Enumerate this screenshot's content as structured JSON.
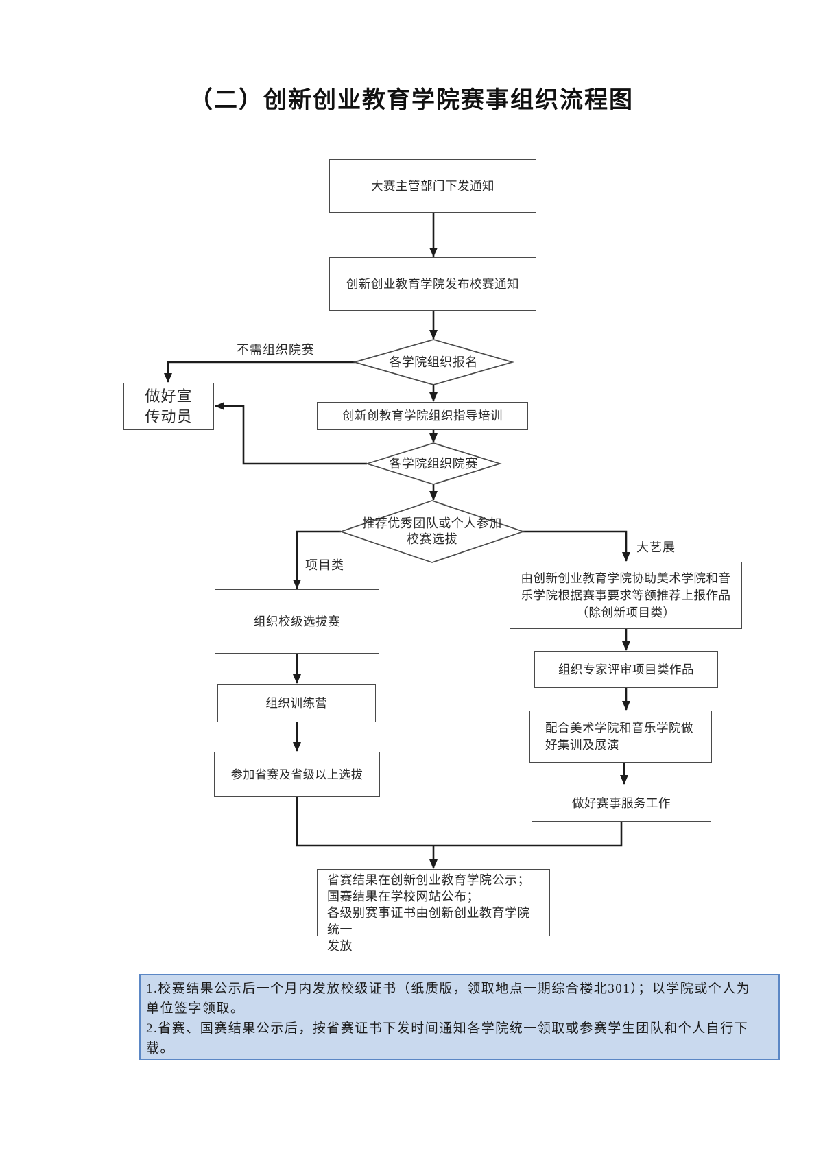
{
  "title": "（二）创新创业教育学院赛事组织流程图",
  "nodes": {
    "notice": "大赛主管部门下发通知",
    "publish": "创新创业教育学院发布校赛通知",
    "register": "各学院组织报名",
    "publicity": "做好宣\n传动员",
    "training": "创新创教育学院组织指导培训",
    "college_contest": "各学院组织院赛",
    "recommend": "推荐优秀团队或个人参加\n校赛选拔",
    "school_selection": "组织校级选拔赛",
    "training_camp": "组织训练营",
    "provincial": "参加省赛及省级以上选拔",
    "assist": "由创新创业教育学院协助美术学院和音\n乐学院根据赛事要求等额推荐上报作品\n（除创新项目类）",
    "expert_review": "组织专家评审项目类作品",
    "coordinate": "配合美术学院和音乐学院做\n好集训及展演",
    "service": "做好赛事服务工作",
    "results": "省赛结果在创新创业教育学院公示；\n国赛结果在学校网站公布；\n各级别赛事证书由创新创业教育学院统一\n发放"
  },
  "edge_labels": {
    "no_college_contest": "不需组织院赛",
    "project_category": "项目类",
    "art_exhibition": "大艺展"
  },
  "note": {
    "item1": "1.校赛结果公示后一个月内发放校级证书（纸质版，领取地点一期综合楼北301）；以学院或个人为\n单位签字领取。",
    "item2": "2.省赛、国赛结果公示后，按省赛证书下发时间通知各学院统一领取或参赛学生团队和个人自行下\n载。"
  },
  "colors": {
    "line": "#1c1c1c",
    "shape_border": "#4a4a4a",
    "note_bg": "#c9d9ee",
    "note_border": "#5b87c5"
  }
}
